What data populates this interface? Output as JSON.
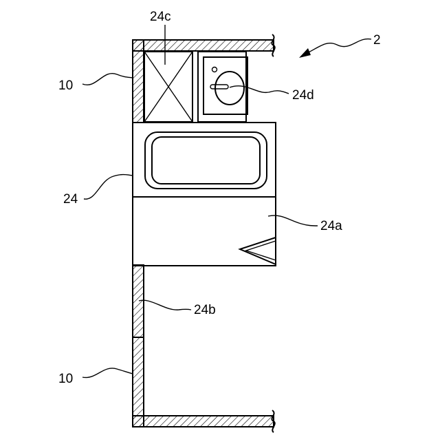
{
  "labels": {
    "ref_2": "2",
    "ref_24c": "24c",
    "ref_24d": "24d",
    "ref_10_top": "10",
    "ref_24": "24",
    "ref_24a": "24a",
    "ref_24b": "24b",
    "ref_10_bottom": "10"
  }
}
